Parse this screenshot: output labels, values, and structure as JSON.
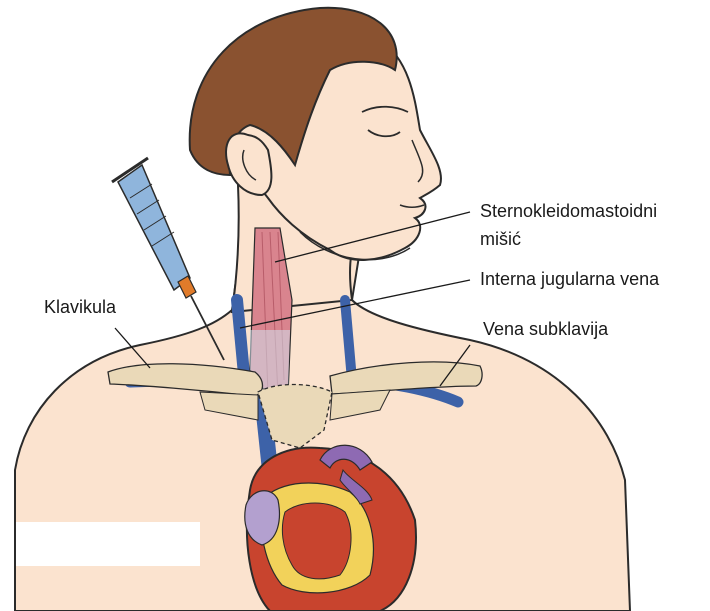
{
  "labels": {
    "sternocleidomastoid_line1": "Sternokleidomastoidni",
    "sternocleidomastoid_line2": "mišić",
    "internal_jugular": "Interna jugularna vena",
    "subclavian": "Vena subklavija",
    "clavicle": "Klavikula"
  },
  "colors": {
    "skin": "#fbe3cf",
    "skin_outline": "#2b2b2b",
    "hair": "#8a5230",
    "vein": "#3d62a8",
    "muscle": "#d9848e",
    "bone": "#ead9b8",
    "heart_red": "#c8442e",
    "heart_yellow": "#f2d25a",
    "aorta_purple": "#8e6ab3",
    "syringe_blue": "#8fb5dc",
    "needle_orange": "#e07b2a"
  },
  "icons": [
    "syringe-icon"
  ]
}
